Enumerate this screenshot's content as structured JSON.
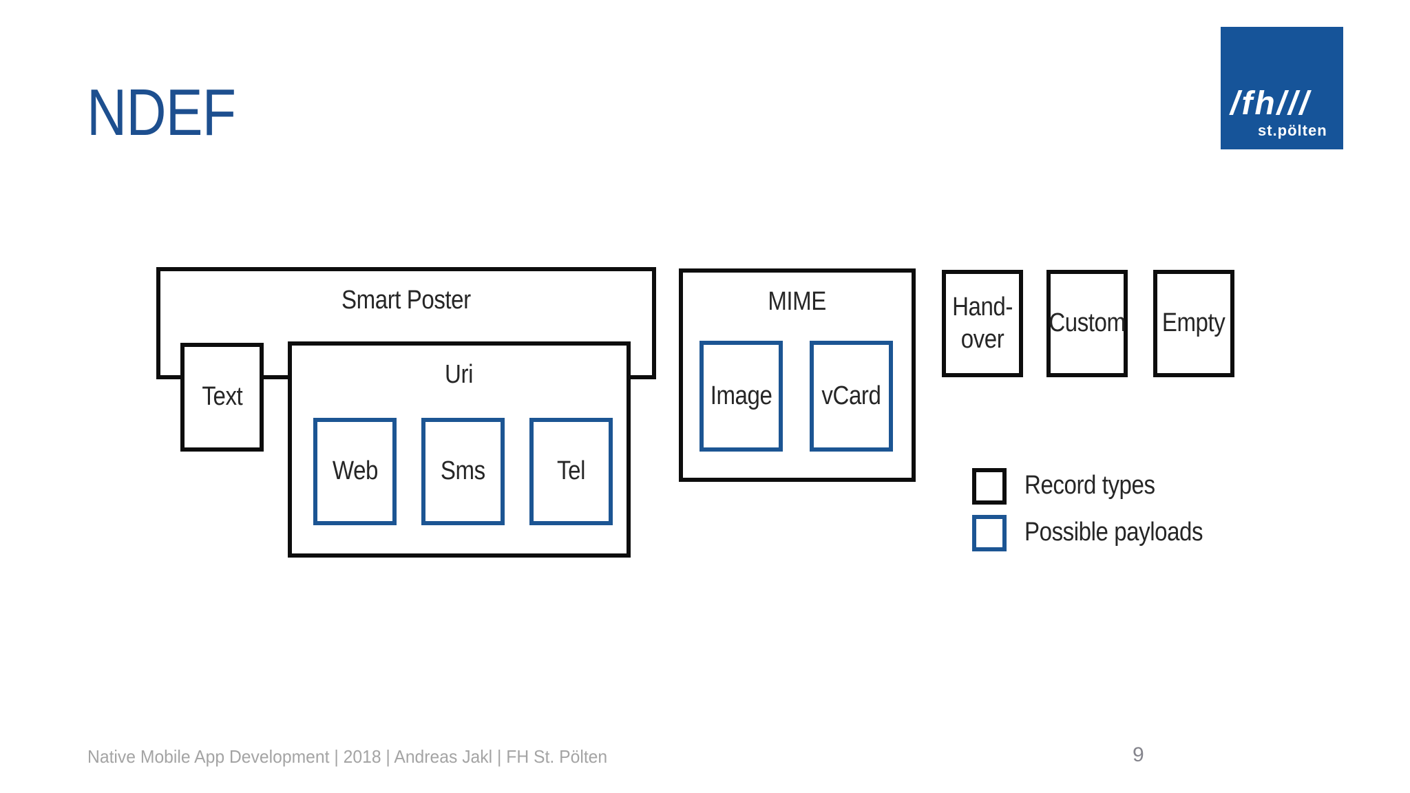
{
  "slide": {
    "title": "NDEF",
    "footer": "Native Mobile App Development | 2018 | Andreas Jakl | FH St. Pölten",
    "page_number": "9"
  },
  "logo": {
    "line1": "/fh///",
    "line2": "st.pölten",
    "background_color": "#165499",
    "text_color": "#ffffff"
  },
  "diagram": {
    "smart_poster": {
      "label": "Smart Poster",
      "kind": "record-type"
    },
    "text": {
      "label": "Text",
      "kind": "record-type"
    },
    "uri": {
      "label": "Uri",
      "kind": "record-type"
    },
    "web": {
      "label": "Web",
      "kind": "possible-payload"
    },
    "sms": {
      "label": "Sms",
      "kind": "possible-payload"
    },
    "tel": {
      "label": "Tel",
      "kind": "possible-payload"
    },
    "mime": {
      "label": "MIME",
      "kind": "record-type"
    },
    "image": {
      "label": "Image",
      "kind": "possible-payload"
    },
    "vcard": {
      "label": "vCard",
      "kind": "possible-payload"
    },
    "handover": {
      "label": "Hand-over",
      "kind": "record-type"
    },
    "custom": {
      "label": "Custom",
      "kind": "record-type"
    },
    "empty": {
      "label": "Empty",
      "kind": "record-type"
    }
  },
  "legend": {
    "record_types": "Record types",
    "possible_payloads": "Possible payloads"
  },
  "colors": {
    "title_blue": "#1d4f8f",
    "record_type_border": "#0d0d0d",
    "possible_payload_border": "#1c5593",
    "label_text": "#262626",
    "footer_gray": "#a4a4a4",
    "page_number_gray": "#85858d"
  }
}
